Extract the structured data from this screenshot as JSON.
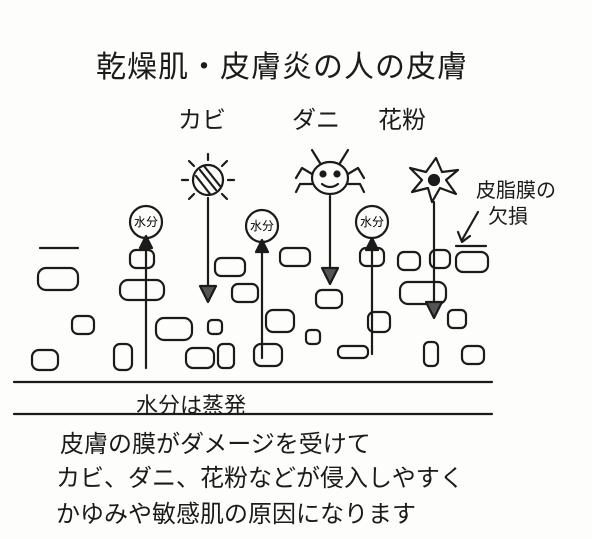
{
  "title": "乾燥肌・皮膚炎の人の皮膚",
  "allergens": {
    "mold": "カビ",
    "mite": "ダニ",
    "pollen": "花粉"
  },
  "sebum_label": {
    "line1": "皮脂膜の",
    "line2": "欠損"
  },
  "water_label": "水分",
  "evaporation_label": "水分は蒸発",
  "caption": {
    "line1": "皮膚の膜がダメージを受けて",
    "line2": "カビ、ダニ、花粉などが侵入しやすく",
    "line3": "かゆみや敏感肌の原因になります"
  }
}
